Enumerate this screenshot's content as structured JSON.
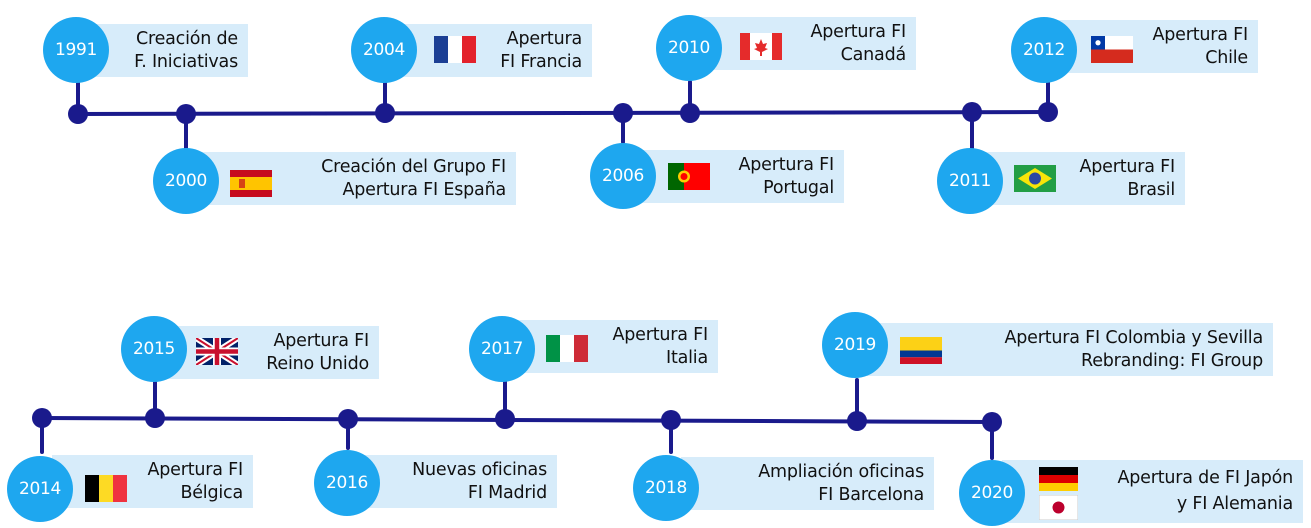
{
  "colors": {
    "line": "#1a1a8c",
    "circle": "#1ea7ef",
    "card": "#d7ecfa"
  },
  "rows": [
    {
      "events": [
        {
          "year": "1991",
          "lines": [
            "Creación de",
            "F. Iniciativas"
          ],
          "flag": null
        },
        {
          "year": "2000",
          "lines": [
            "Creación del Grupo FI",
            "Apertura FI España"
          ],
          "flag": "spain-flag-icon"
        },
        {
          "year": "2004",
          "lines": [
            "Apertura",
            "FI Francia"
          ],
          "flag": "france-flag-icon"
        },
        {
          "year": "2006",
          "lines": [
            "Apertura FI",
            "Portugal"
          ],
          "flag": "portugal-flag-icon"
        },
        {
          "year": "2010",
          "lines": [
            "Apertura FI",
            "Canadá"
          ],
          "flag": "canada-flag-icon"
        },
        {
          "year": "2011",
          "lines": [
            "Apertura FI",
            "Brasil"
          ],
          "flag": "brazil-flag-icon"
        },
        {
          "year": "2012",
          "lines": [
            "Apertura FI",
            "Chile"
          ],
          "flag": "chile-flag-icon"
        }
      ]
    },
    {
      "events": [
        {
          "year": "2014",
          "lines": [
            "Apertura FI",
            "Bélgica"
          ],
          "flag": "belgium-flag-icon"
        },
        {
          "year": "2015",
          "lines": [
            "Apertura FI",
            "Reino Unido"
          ],
          "flag": "uk-flag-icon"
        },
        {
          "year": "2016",
          "lines": [
            "Nuevas oficinas",
            "FI Madrid"
          ],
          "flag": null
        },
        {
          "year": "2017",
          "lines": [
            "Apertura FI",
            "Italia"
          ],
          "flag": "italy-flag-icon"
        },
        {
          "year": "2018",
          "lines": [
            "Ampliación oficinas",
            "FI Barcelona"
          ],
          "flag": null
        },
        {
          "year": "2019",
          "lines": [
            "Apertura FI Colombia  y Sevilla",
            "Rebranding: FI Group"
          ],
          "flag": "colombia-flag-icon"
        },
        {
          "year": "2020",
          "lines": [
            "Apertura de FI Japón",
            "y FI Alemania"
          ],
          "flag": "germany-flag-icon",
          "flag2": "japan-flag-icon"
        }
      ]
    }
  ]
}
